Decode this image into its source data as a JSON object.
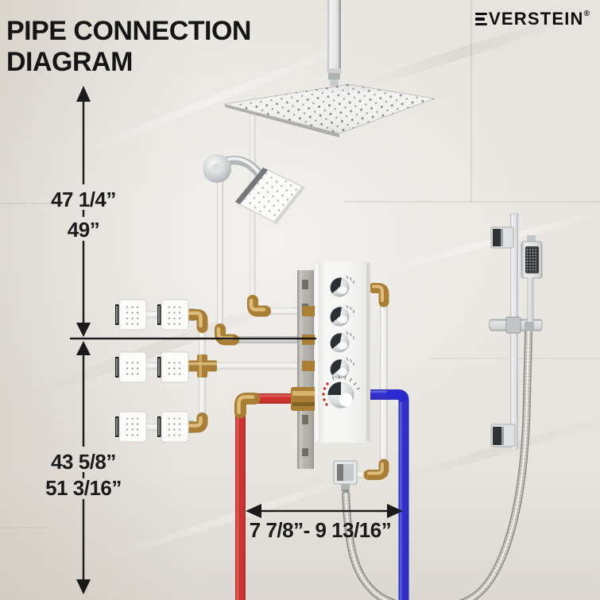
{
  "header": {
    "title_line1": "PIPE CONNECTION",
    "title_line2": "DIAGRAM"
  },
  "brand": {
    "name": "EVERSTEIN",
    "wordmark_rest": "VERSTEIN",
    "registered": "®"
  },
  "dimensions": {
    "upper_primary": "47 1/4”",
    "upper_secondary": "49”",
    "lower_primary": "43 5/8”",
    "lower_secondary": "51 3/16”",
    "width_range": "7 7/8”- 9 13/16”"
  },
  "colors": {
    "hot_pipe": "#ce2f2b",
    "cold_pipe": "#2c2bcd",
    "brass_fitting": "#a87f35",
    "dimension_line": "#1a1a1a",
    "wall": "#e7e4de"
  }
}
